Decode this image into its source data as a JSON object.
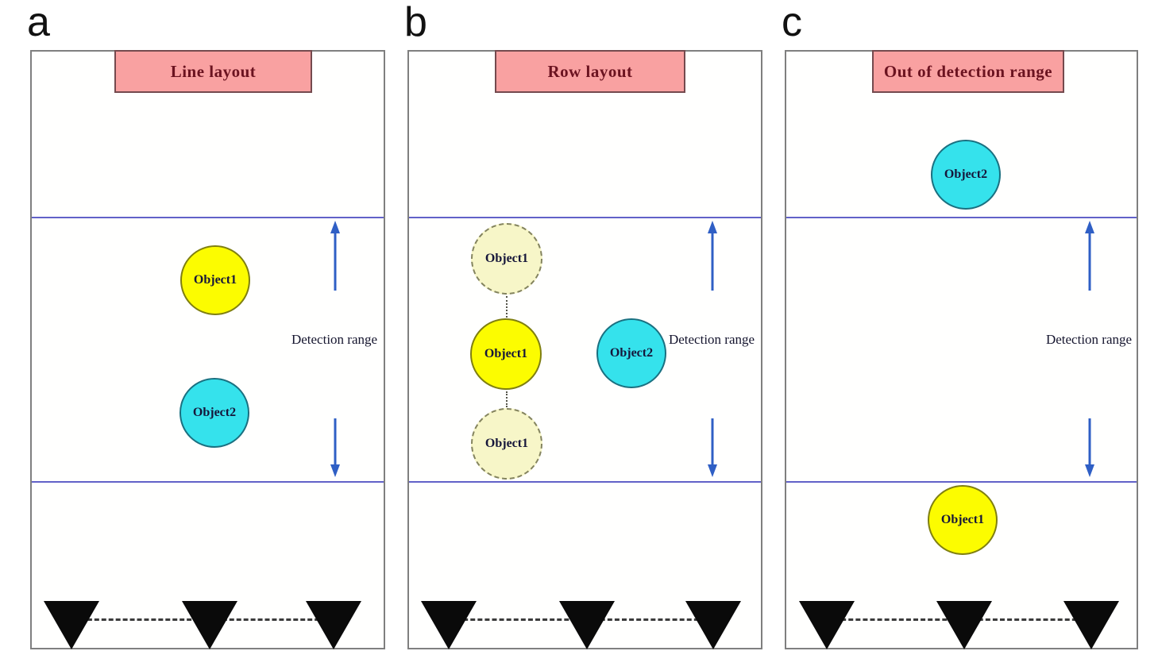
{
  "figure": {
    "type": "three-panel sensor layout diagram",
    "panels": [
      {
        "letter": "a",
        "title": "Line layout",
        "range_label": "Detection range",
        "objects": [
          {
            "label": "Object1",
            "fill": "#FCFC00",
            "style": "solid",
            "position": "inside detection range"
          },
          {
            "label": "Object2",
            "fill": "#35E2EC",
            "style": "solid",
            "position": "inside detection range"
          }
        ],
        "sensor_count": 3
      },
      {
        "letter": "b",
        "title": "Row layout",
        "range_label": "Detection range",
        "objects": [
          {
            "label": "Object1",
            "fill": "#F7F6C8",
            "style": "dashed-ghost",
            "position": "upper ghost position"
          },
          {
            "label": "Object1",
            "fill": "#FCFC00",
            "style": "solid",
            "position": "center of row"
          },
          {
            "label": "Object1",
            "fill": "#F7F6C8",
            "style": "dashed-ghost",
            "position": "lower ghost position"
          },
          {
            "label": "Object2",
            "fill": "#35E2EC",
            "style": "solid",
            "position": "inside detection range"
          }
        ],
        "sensor_count": 3
      },
      {
        "letter": "c",
        "title": "Out of detection range",
        "range_label": "Detection range",
        "objects": [
          {
            "label": "Object2",
            "fill": "#35E2EC",
            "style": "solid",
            "position": "above detection range"
          },
          {
            "label": "Object1",
            "fill": "#FCFC00",
            "style": "solid",
            "position": "below detection range"
          }
        ],
        "sensor_count": 3
      }
    ],
    "colors": {
      "title_box_fill": "#F9A1A1",
      "title_box_border": "#744A4E",
      "title_text": "#6B1320",
      "object1_fill": "#FCFC00",
      "object2_fill": "#35E2EC",
      "ghost_fill": "#F7F6C8",
      "range_line_blue": "#6161C8",
      "arrow_blue": "#2F5FC5",
      "sensor_black": "#0A0A0A",
      "panel_border": "#7F7F7F"
    }
  }
}
